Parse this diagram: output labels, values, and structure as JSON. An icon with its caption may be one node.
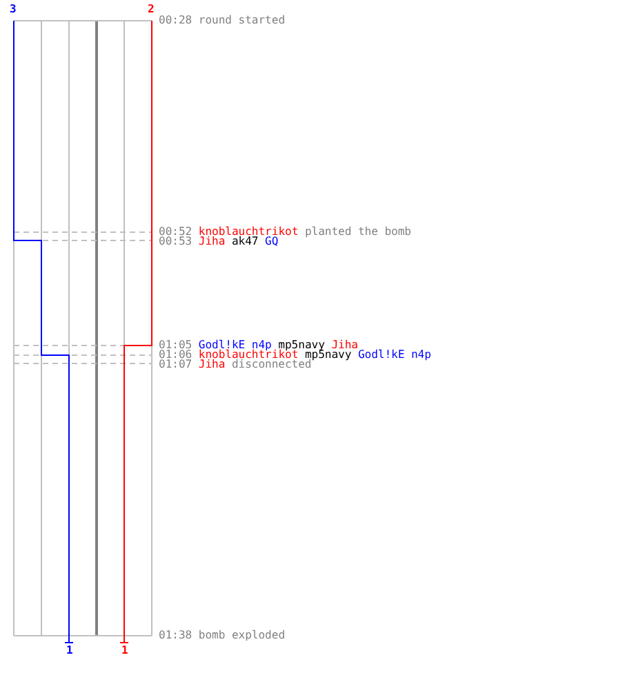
{
  "diagram": {
    "labels": [
      "3",
      "2",
      "00:28",
      "round started",
      "00:52",
      "knoblauchtrikot",
      "planted the bomb",
      "00:53",
      "Jiha",
      "ak47",
      "GQ",
      "01:05",
      "Godl!kE n4p",
      "mp5navy",
      "Jiha",
      "01:06",
      "knoblauchtrikot",
      "mp5navy",
      "Godl!kE n4p",
      "01:07",
      "Jiha",
      "disconnected",
      "1",
      "1",
      "01:38",
      "bomb exploded"
    ]
  }
}
